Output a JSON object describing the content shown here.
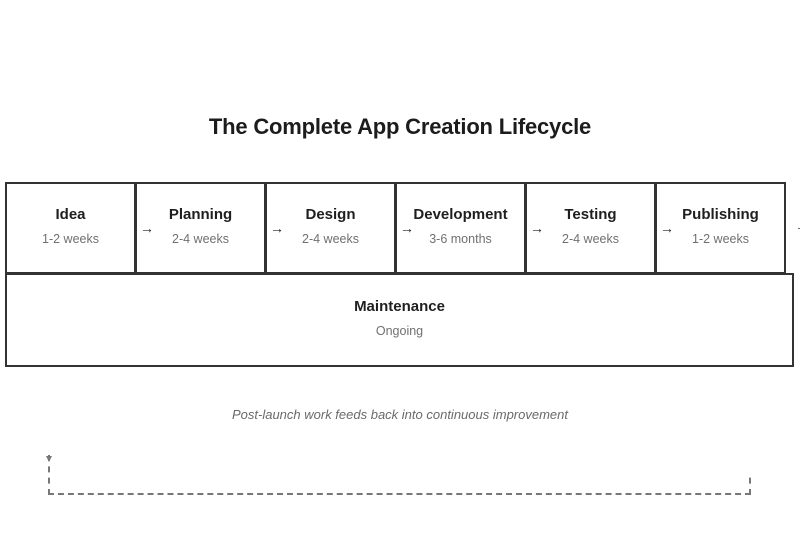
{
  "title": "The Complete App Creation Lifecycle",
  "stages": [
    {
      "name": "Idea",
      "duration": "1-2 weeks"
    },
    {
      "name": "Planning",
      "duration": "2-4 weeks"
    },
    {
      "name": "Design",
      "duration": "2-4 weeks"
    },
    {
      "name": "Development",
      "duration": "3-6 months"
    },
    {
      "name": "Testing",
      "duration": "2-4 weeks"
    },
    {
      "name": "Publishing",
      "duration": "1-2 weeks"
    }
  ],
  "arrow_glyph": "→",
  "maintenance": {
    "name": "Maintenance",
    "duration": "Ongoing"
  },
  "caption": "Post-launch work feeds back into continuous improvement",
  "colors": {
    "border": "#333333",
    "text": "#1f1f1f",
    "muted": "#707070",
    "dashed": "#777777"
  }
}
